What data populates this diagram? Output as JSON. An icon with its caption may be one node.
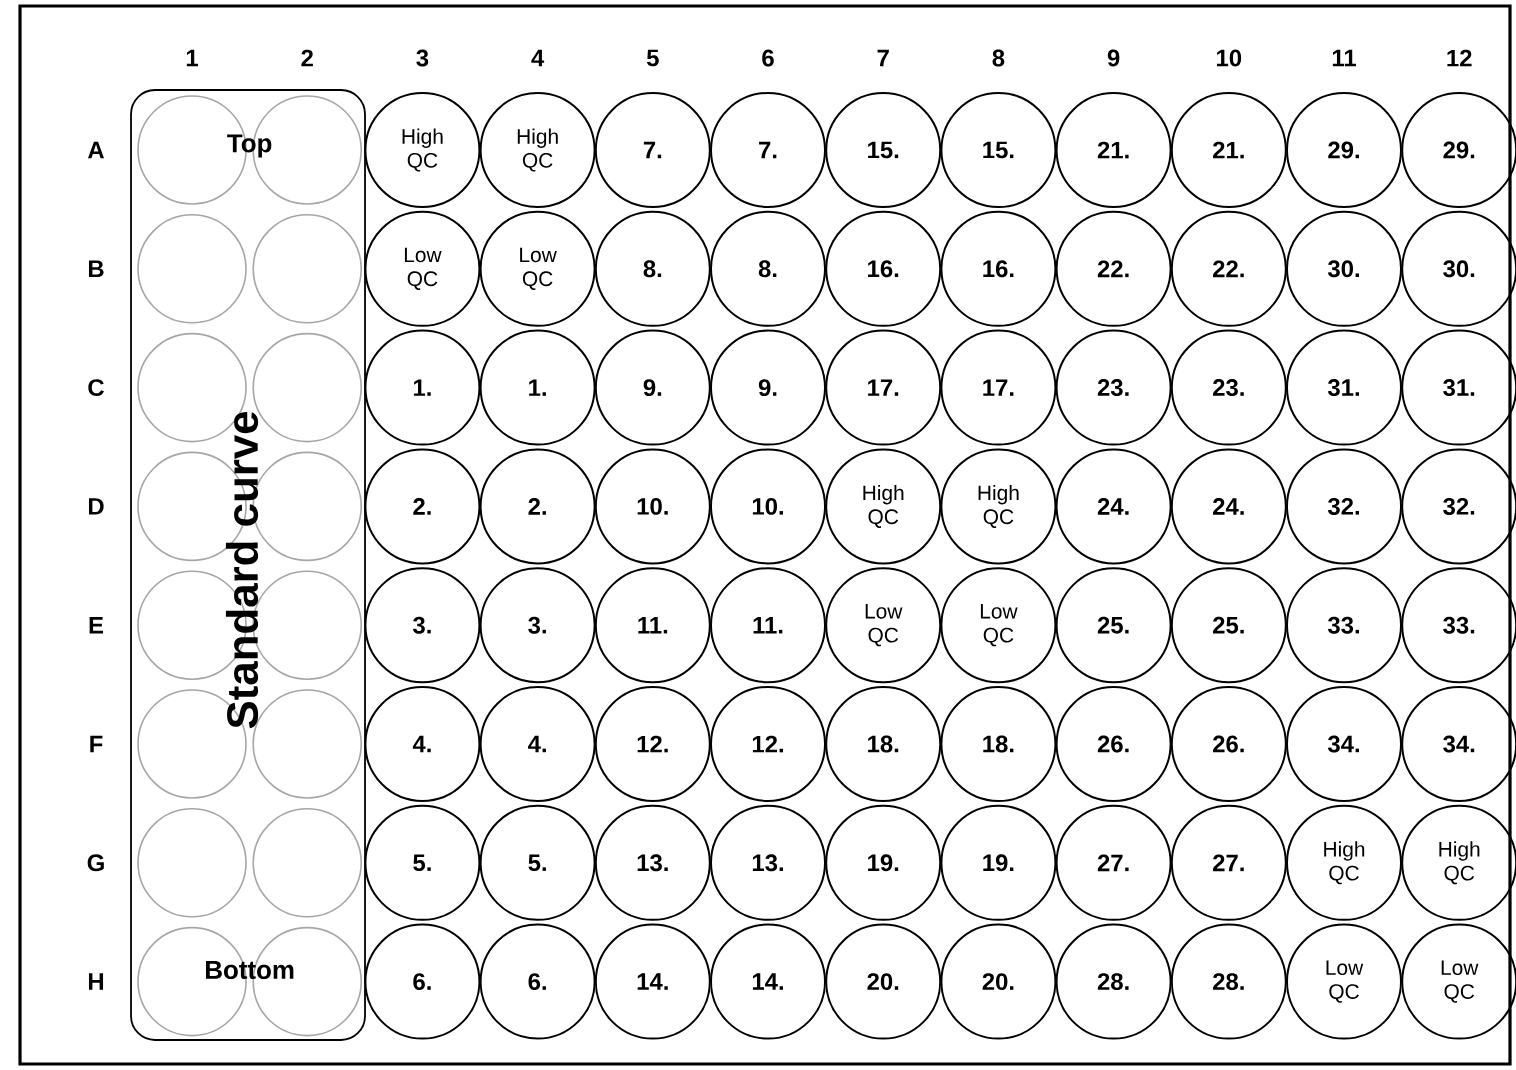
{
  "diagram": {
    "nodes": [
      {
        "text": [
          "Top",
          "Standard curve",
          "Bottom"
        ]
      },
      {
        "text": [],
        "shape": "circle",
        "in": 0
      },
      {
        "text": [],
        "shape": "circle",
        "in": 0
      },
      {
        "text": [],
        "shape": "circle",
        "in": 0
      },
      {
        "text": [],
        "shape": "circle",
        "in": 0
      },
      {
        "text": [],
        "shape": "circle",
        "in": 0
      },
      {
        "text": [],
        "shape": "circle",
        "in": 0
      },
      {
        "text": [],
        "shape": "circle",
        "in": 0
      },
      {
        "text": [],
        "shape": "circle",
        "in": 0
      },
      {
        "text": [],
        "shape": "circle",
        "in": 0
      },
      {
        "text": [],
        "shape": "circle",
        "in": 0
      },
      {
        "text": [],
        "shape": "circle",
        "in": 0
      },
      {
        "text": [],
        "shape": "circle",
        "in": 0
      },
      {
        "text": [],
        "shape": "circle",
        "in": 0
      },
      {
        "text": [],
        "shape": "circle",
        "in": 0
      },
      {
        "text": [],
        "shape": "circle",
        "in": 0
      },
      {
        "text": [],
        "shape": "circle",
        "in": 0
      },
      {
        "text": [
          "High QC"
        ]
      },
      {
        "text": [
          "High QC"
        ]
      },
      {
        "text": [
          "7."
        ]
      },
      {
        "text": [
          "7."
        ]
      },
      {
        "text": [
          "15."
        ]
      },
      {
        "text": [
          "15."
        ]
      },
      {
        "text": [
          "21."
        ]
      },
      {
        "text": [
          "21."
        ]
      },
      {
        "text": [
          "29."
        ]
      },
      {
        "text": [
          "29."
        ]
      },
      {
        "text": [
          "Low QC"
        ]
      },
      {
        "text": [
          "Low QC"
        ]
      },
      {
        "text": [
          "8."
        ]
      },
      {
        "text": [
          "8."
        ]
      },
      {
        "text": [
          "16."
        ]
      },
      {
        "text": [
          "16."
        ]
      },
      {
        "text": [
          "22."
        ]
      },
      {
        "text": [
          "22."
        ]
      },
      {
        "text": [
          "30."
        ]
      },
      {
        "text": [
          "30."
        ]
      },
      {
        "text": [
          "1."
        ]
      },
      {
        "text": [
          "1."
        ]
      },
      {
        "text": [
          "9."
        ]
      },
      {
        "text": [
          "9."
        ]
      },
      {
        "text": [
          "17."
        ]
      },
      {
        "text": [
          "17."
        ]
      },
      {
        "text": [
          "23."
        ]
      },
      {
        "text": [
          "23."
        ]
      },
      {
        "text": [
          "31."
        ]
      },
      {
        "text": [
          "31."
        ]
      },
      {
        "text": [
          "2."
        ]
      },
      {
        "text": [
          "2."
        ]
      },
      {
        "text": [
          "10."
        ]
      },
      {
        "text": [
          "10."
        ]
      },
      {
        "text": [
          "High QC"
        ]
      },
      {
        "text": [
          "High QC"
        ]
      },
      {
        "text": [
          "24."
        ]
      },
      {
        "text": [
          "24."
        ]
      },
      {
        "text": [
          "32."
        ]
      },
      {
        "text": [
          "32."
        ]
      },
      {
        "text": [
          "3."
        ]
      },
      {
        "text": [
          "3."
        ]
      },
      {
        "text": [
          "11."
        ]
      },
      {
        "text": [
          "11."
        ]
      },
      {
        "text": [
          "Low QC"
        ]
      },
      {
        "text": [
          "Low QC"
        ]
      },
      {
        "text": [
          "25."
        ]
      },
      {
        "text": [
          "25."
        ]
      },
      {
        "text": [
          "33."
        ]
      },
      {
        "text": [
          "33."
        ]
      },
      {
        "text": [
          "4."
        ]
      },
      {
        "text": [
          "4."
        ]
      },
      {
        "text": [
          "12."
        ]
      },
      {
        "text": [
          "12."
        ]
      },
      {
        "text": [
          "18."
        ]
      },
      {
        "text": [
          "18."
        ]
      },
      {
        "text": [
          "26."
        ]
      },
      {
        "text": [
          "26."
        ]
      },
      {
        "text": [
          "34."
        ]
      },
      {
        "text": [
          "34."
        ]
      },
      {
        "text": [
          "5."
        ]
      },
      {
        "text": [
          "5."
        ]
      },
      {
        "text": [
          "13."
        ]
      },
      {
        "text": [
          "13."
        ]
      },
      {
        "text": [
          "19."
        ]
      },
      {
        "text": [
          "19."
        ]
      },
      {
        "text": [
          "27."
        ]
      },
      {
        "text": [
          "27."
        ]
      },
      {
        "text": [
          "High QC"
        ]
      },
      {
        "text": [
          "High QC"
        ]
      },
      {
        "text": [
          "6."
        ]
      },
      {
        "text": [
          "6."
        ]
      },
      {
        "text": [
          "14."
        ]
      },
      {
        "text": [
          "14."
        ]
      },
      {
        "text": [
          "20."
        ]
      },
      {
        "text": [
          "20."
        ]
      },
      {
        "text": [
          "28."
        ]
      },
      {
        "text": [
          "28."
        ]
      },
      {
        "text": [
          "Low QC"
        ]
      },
      {
        "text": [
          "Low QC"
        ]
      }
    ],
    "labels": [
      "1",
      "2",
      "3",
      "4",
      "5",
      "6",
      "7",
      "8",
      "9",
      "10",
      "11",
      "12",
      "A",
      "B",
      "C",
      "D",
      "E",
      "F",
      "G",
      "H"
    ]
  }
}
